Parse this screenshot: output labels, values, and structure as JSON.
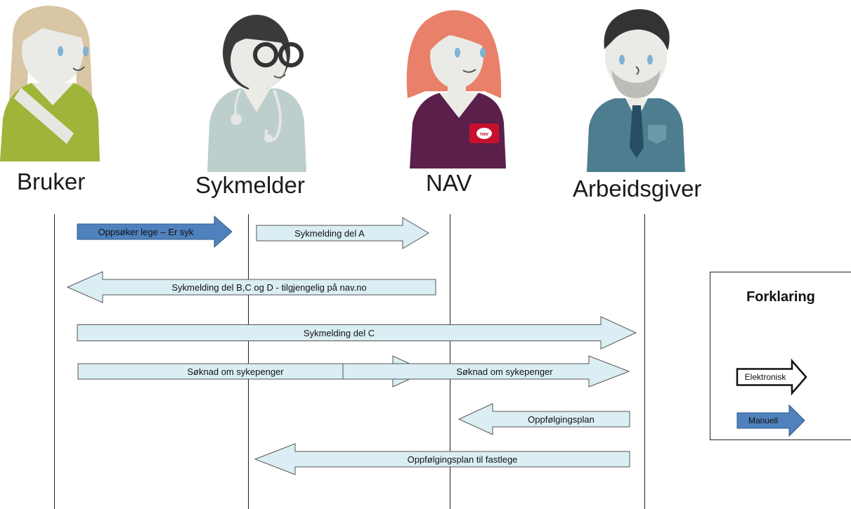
{
  "actors": [
    {
      "id": "bruker",
      "label": "Bruker"
    },
    {
      "id": "sykmelder",
      "label": "Sykmelder"
    },
    {
      "id": "nav",
      "label": "NAV",
      "badge_text": "nav"
    },
    {
      "id": "arbeidsgiver",
      "label": "Arbeidsgiver"
    }
  ],
  "messages": [
    {
      "label": "Oppsøker  lege – Er syk",
      "kind": "manual",
      "direction": "right"
    },
    {
      "label": "Sykmelding  del A",
      "kind": "electronic",
      "direction": "right"
    },
    {
      "label": "Sykmelding del B,C og D -  tilgjengelig på nav.no",
      "kind": "electronic",
      "direction": "left"
    },
    {
      "label": "Sykmelding  del C",
      "kind": "electronic",
      "direction": "right"
    },
    {
      "label": "Søknad  om  sykepenger",
      "kind": "electronic",
      "direction": "right"
    },
    {
      "label": "Søknad  om  sykepenger",
      "kind": "electronic",
      "direction": "right"
    },
    {
      "label": "Oppfølgingsplan",
      "kind": "electronic",
      "direction": "left"
    },
    {
      "label": "Oppfølgingsplan  til fastlege",
      "kind": "electronic",
      "direction": "left"
    }
  ],
  "legend": {
    "title": "Forklaring",
    "items": [
      {
        "label": "Elektronisk",
        "kind": "legend-electronic"
      },
      {
        "label": "Manuell",
        "kind": "manual"
      }
    ]
  },
  "colors": {
    "electronic_fill": "#daeef3",
    "manual_fill": "#4f81bd",
    "line": "#222222"
  }
}
